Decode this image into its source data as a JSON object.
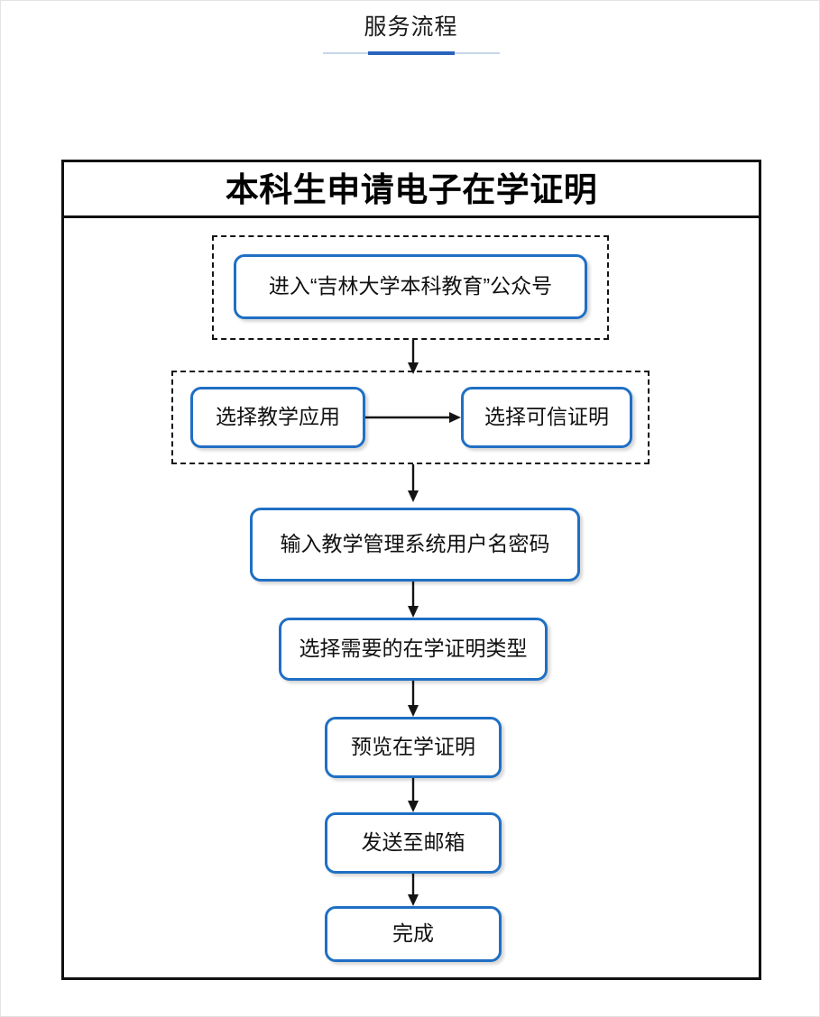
{
  "header": {
    "title": "服务流程",
    "accent_color": "#2a62bd",
    "rule_color": "#c6d6ea"
  },
  "card": {
    "title": "本科生申请电子在学证明",
    "frame_color": "#111111",
    "node_border_color": "#1f6fc4",
    "group_border_color": "#141414",
    "arrow_color": "#141414"
  },
  "flow": {
    "nodes": [
      {
        "id": "n1",
        "label": "进入“吉林大学本科教育”公众号"
      },
      {
        "id": "n2",
        "label": "选择教学应用"
      },
      {
        "id": "n3",
        "label": "选择可信证明"
      },
      {
        "id": "n4",
        "label": "输入教学管理系统用户名密码"
      },
      {
        "id": "n5",
        "label": "选择需要的在学证明类型"
      },
      {
        "id": "n6",
        "label": "预览在学证明"
      },
      {
        "id": "n7",
        "label": "发送至邮箱"
      },
      {
        "id": "n8",
        "label": "完成"
      }
    ],
    "groups": [
      {
        "id": "g1",
        "contains": [
          "n1"
        ]
      },
      {
        "id": "g2",
        "contains": [
          "n2",
          "n3"
        ]
      }
    ],
    "edges": [
      {
        "from": "g1",
        "to": "g2",
        "direction": "down"
      },
      {
        "from": "n2",
        "to": "n3",
        "direction": "right"
      },
      {
        "from": "g2",
        "to": "n4",
        "direction": "down"
      },
      {
        "from": "n4",
        "to": "n5",
        "direction": "down"
      },
      {
        "from": "n5",
        "to": "n6",
        "direction": "down"
      },
      {
        "from": "n6",
        "to": "n7",
        "direction": "down"
      },
      {
        "from": "n7",
        "to": "n8",
        "direction": "down"
      }
    ]
  }
}
